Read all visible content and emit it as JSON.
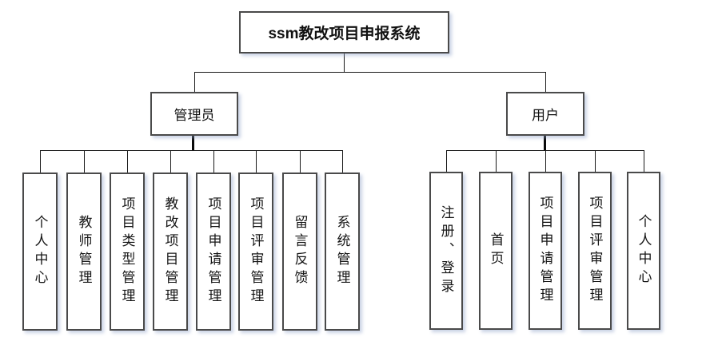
{
  "diagram": {
    "root_label": "ssm教改项目申报系统",
    "branches": [
      {
        "label": "管理员",
        "children": [
          "个人中心",
          "教师管理",
          "项目类型管理",
          "教改项目管理",
          "项目申请管理",
          "项目评审管理",
          "留言反馈",
          "系统管理"
        ]
      },
      {
        "label": "用户",
        "children": [
          "注册、登录",
          "首页",
          "项目申请管理",
          "项目评审管理",
          "个人中心"
        ]
      }
    ],
    "colors": {
      "box_border": "#4a4a4a",
      "box_background": "#ffffff",
      "text": "#111111",
      "connector": "#1a1a1a",
      "shadow_tint": "#8ca0c8"
    }
  }
}
